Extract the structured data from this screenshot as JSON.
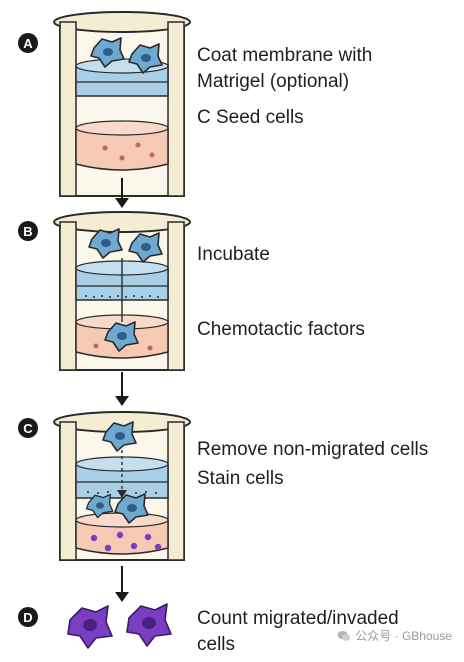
{
  "steps": [
    {
      "badge": "A",
      "lines": [
        "Coat membrane with",
        "Matrigel (optional)",
        "C  Seed cells"
      ]
    },
    {
      "badge": "B",
      "lines": [
        "Incubate",
        "Chemotactic factors"
      ]
    },
    {
      "badge": "C",
      "lines": [
        "Remove non-migrated cells",
        "Stain cells"
      ]
    },
    {
      "badge": "D",
      "lines": [
        "Count migrated/invaded",
        "cells"
      ]
    }
  ],
  "watermark": "公众号 · GBhouse",
  "colors": {
    "insert_wall": "#f4ecd3",
    "outline": "#2a2a2a",
    "membrane": "#a9cfe6",
    "media": "#f6c9b4",
    "cell": "#6ea9d1",
    "stained_cell": "#7a3ec0",
    "badge": "#1a1a1a"
  }
}
